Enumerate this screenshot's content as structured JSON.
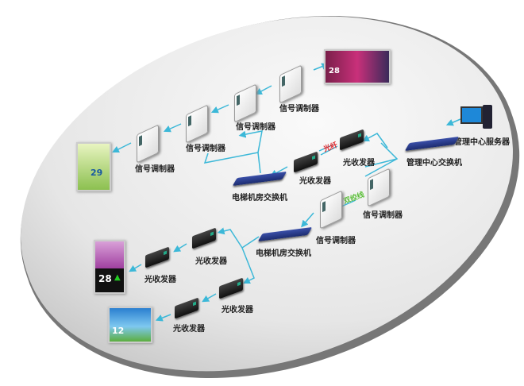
{
  "labels": {
    "server": "管理中心服务器",
    "mgmt_switch": "管理中心交换机",
    "room_switch_1": "电梯机房交换机",
    "room_switch_2": "电梯机房交换机",
    "opt1": "光收发器",
    "opt2": "光收发器",
    "opt3": "光收发器",
    "opt4": "光收发器",
    "opt5": "光收发器",
    "opt6": "光收发器",
    "mod1": "信号调制器",
    "mod2": "信号调制器",
    "mod3": "信号调制器",
    "mod4": "信号调制器",
    "mod5": "信号调制器",
    "mod6": "信号调制器",
    "fiber": "光纤",
    "twisted_pair": "双绞线"
  },
  "displays": {
    "top_floor": "28",
    "left_floor": "29",
    "portrait_floor": "28",
    "landscape_floor": "12"
  },
  "colors": {
    "line": "#3cb8d8",
    "fiber": "#e0262b",
    "twisted": "#5cbf3a"
  }
}
